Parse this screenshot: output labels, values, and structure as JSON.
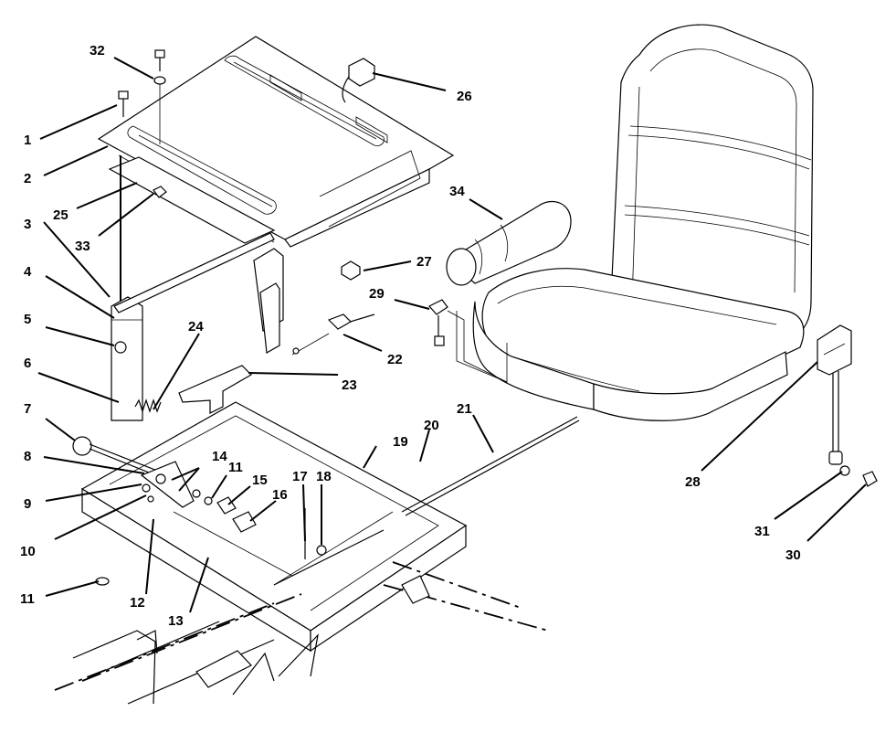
{
  "diagram": {
    "callouts": [
      {
        "id": "c1",
        "text": "1"
      },
      {
        "id": "c2",
        "text": "2"
      },
      {
        "id": "c3",
        "text": "3"
      },
      {
        "id": "c4",
        "text": "4"
      },
      {
        "id": "c5",
        "text": "5"
      },
      {
        "id": "c6",
        "text": "6"
      },
      {
        "id": "c7",
        "text": "7"
      },
      {
        "id": "c8",
        "text": "8"
      },
      {
        "id": "c9",
        "text": "9"
      },
      {
        "id": "c10",
        "text": "10"
      },
      {
        "id": "c11a",
        "text": "11"
      },
      {
        "id": "c11b",
        "text": "11"
      },
      {
        "id": "c12",
        "text": "12"
      },
      {
        "id": "c13",
        "text": "13"
      },
      {
        "id": "c14",
        "text": "14"
      },
      {
        "id": "c15",
        "text": "15"
      },
      {
        "id": "c16",
        "text": "16"
      },
      {
        "id": "c17",
        "text": "17"
      },
      {
        "id": "c18",
        "text": "18"
      },
      {
        "id": "c19",
        "text": "19"
      },
      {
        "id": "c20",
        "text": "20"
      },
      {
        "id": "c21",
        "text": "21"
      },
      {
        "id": "c22",
        "text": "22"
      },
      {
        "id": "c23",
        "text": "23"
      },
      {
        "id": "c24",
        "text": "24"
      },
      {
        "id": "c25",
        "text": "25"
      },
      {
        "id": "c26",
        "text": "26"
      },
      {
        "id": "c27",
        "text": "27"
      },
      {
        "id": "c28",
        "text": "28"
      },
      {
        "id": "c29",
        "text": "29"
      },
      {
        "id": "c30",
        "text": "30"
      },
      {
        "id": "c31",
        "text": "31"
      },
      {
        "id": "c32",
        "text": "32"
      },
      {
        "id": "c33",
        "text": "33"
      },
      {
        "id": "c34",
        "text": "34"
      }
    ]
  }
}
